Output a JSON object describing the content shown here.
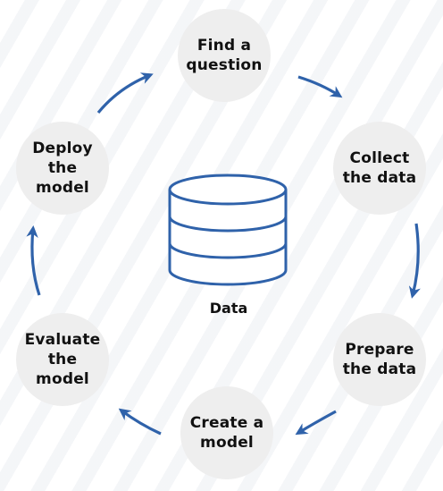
{
  "nodes": {
    "find": "Find a\nquestion",
    "collect": "Collect\nthe data",
    "prepare": "Prepare\nthe data",
    "create": "Create a\nmodel",
    "evaluate": "Evaluate\nthe\nmodel",
    "deploy": "Deploy\nthe\nmodel"
  },
  "center": {
    "label": "Data",
    "icon": "database-icon"
  },
  "colors": {
    "arrow": "#2f62aa",
    "node_fill": "#eeeeee",
    "text": "#111111"
  }
}
